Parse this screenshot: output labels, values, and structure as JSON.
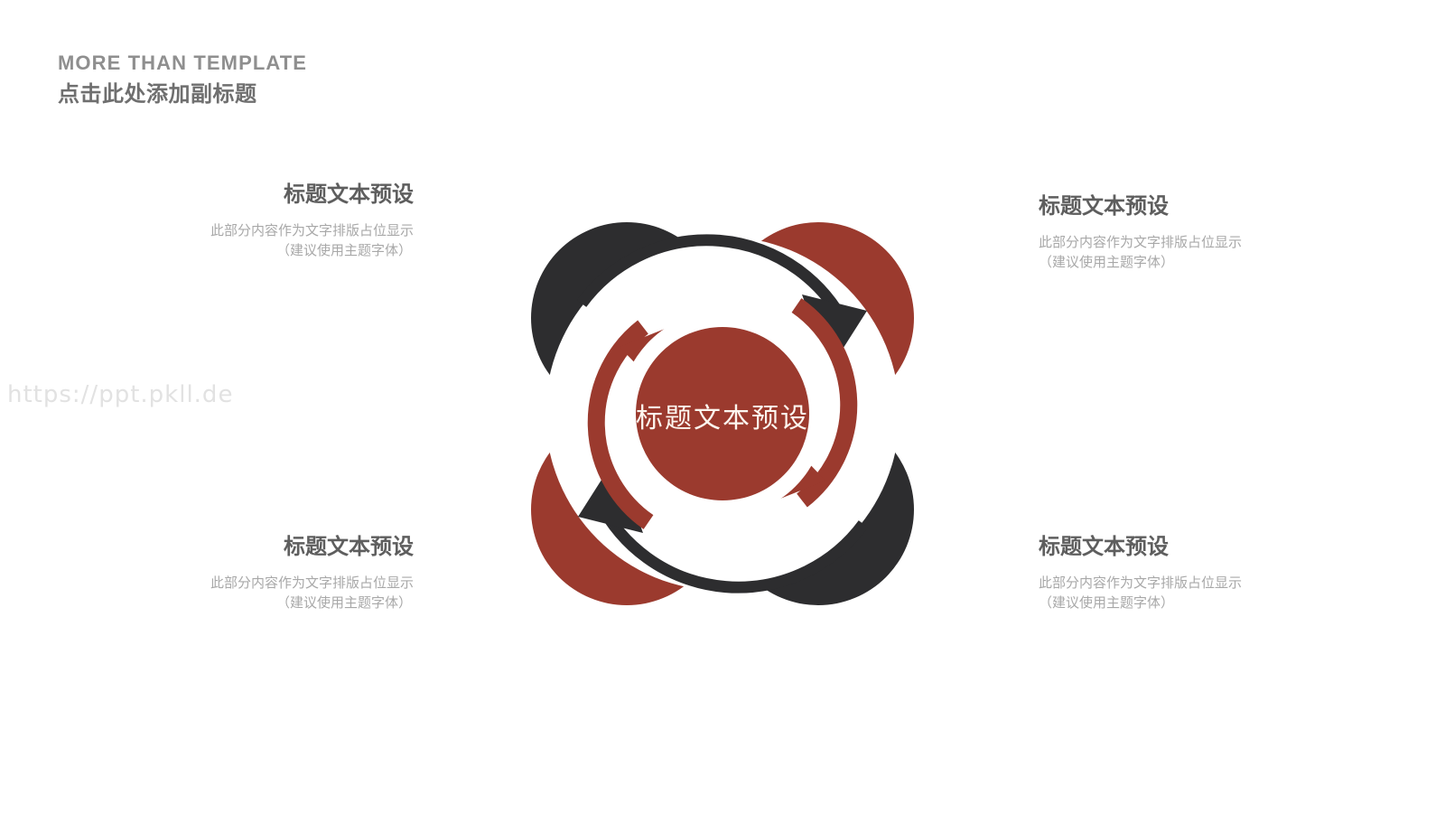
{
  "header": {
    "kicker": "MORE THAN TEMPLATE",
    "subtitle": "点击此处添加副标题"
  },
  "watermark": {
    "text": "https://ppt.pkll.de"
  },
  "diagram": {
    "center": {
      "label": "标题文本预设"
    },
    "colors": {
      "dark": "#2d2d2f",
      "red": "#9b3a2e",
      "center_fill": "#9b3a2e",
      "center_text": "#fdf6ef",
      "background": "#ffffff",
      "title_gray": "#5e5e5e",
      "body_gray": "#a8a8a8",
      "header_gray": "#8f8f8f",
      "watermark_gray": "#e2e2e2"
    },
    "petals": [
      {
        "position": "top-left",
        "color": "#2d2d2f"
      },
      {
        "position": "top-right",
        "color": "#9b3a2e"
      },
      {
        "position": "bottom-left",
        "color": "#9b3a2e"
      },
      {
        "position": "bottom-right",
        "color": "#2d2d2f"
      }
    ],
    "arrows": [
      {
        "name": "outer-arrow-top",
        "color": "#2d2d2f",
        "direction": "clockwise",
        "head_at": "2-oclock"
      },
      {
        "name": "outer-arrow-bottom",
        "color": "#2d2d2f",
        "direction": "clockwise",
        "head_at": "8-oclock"
      },
      {
        "name": "inner-arrow-left",
        "color": "#9b3a2e",
        "direction": "counterclockwise",
        "head_at": "11-oclock"
      },
      {
        "name": "inner-arrow-right",
        "color": "#9b3a2e",
        "direction": "counterclockwise",
        "head_at": "5-oclock"
      }
    ]
  },
  "labels": [
    {
      "id": "top-left",
      "title": "标题文本预设",
      "body_line1": "此部分内容作为文字排版占位显示",
      "body_line2": "（建议使用主题字体）"
    },
    {
      "id": "top-right",
      "title": "标题文本预设",
      "body_line1": "此部分内容作为文字排版占位显示",
      "body_line2": "（建议使用主题字体）"
    },
    {
      "id": "bottom-left",
      "title": "标题文本预设",
      "body_line1": "此部分内容作为文字排版占位显示",
      "body_line2": "（建议使用主题字体）"
    },
    {
      "id": "bottom-right",
      "title": "标题文本预设",
      "body_line1": "此部分内容作为文字排版占位显示",
      "body_line2": "（建议使用主题字体）"
    }
  ]
}
